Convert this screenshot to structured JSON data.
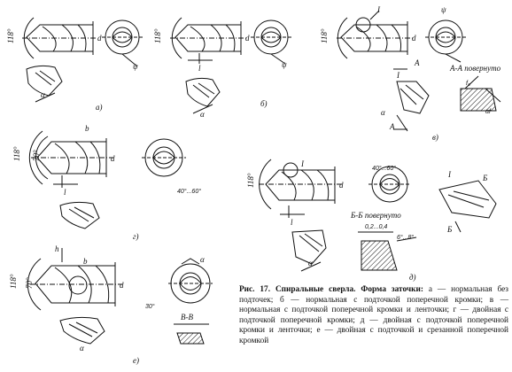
{
  "figure": {
    "caption_bold": "Рис. 17. Спиральные сверла. Форма заточки:",
    "caption_text": " а — нормальная без подточек; б — нормальная с подточкой поперечной кромки; в — нормальная с подточкой поперечной кромки и ленточки; г — двойная с подточкой поперечной кромки; д — двойная с подточкой поперечной кромки и ленточки; е — двойная с подточкой и срезанной поперечной кромкой",
    "panels": {
      "a": "а)",
      "b": "б)",
      "v": "в)",
      "g": "г)",
      "d": "д)",
      "e": "е)"
    },
    "labels": {
      "angle118": "118°",
      "angle70": "70°",
      "psi": "ψ",
      "alpha": "α",
      "d": "d",
      "l": "l",
      "b": "b",
      "h": "h",
      "I": "I",
      "A": "A",
      "B": "Б",
      "V": "В",
      "f0": "f₀",
      "alpha_f": "αf",
      "angle4060": "40°...60°",
      "angle30": "30°",
      "dim_02_04": "0,2...0,4",
      "angle68": "6°...8°",
      "section_AA": "А-А повернуто",
      "section_BB": "Б-Б повернуто",
      "section_VV": "В-В"
    }
  }
}
